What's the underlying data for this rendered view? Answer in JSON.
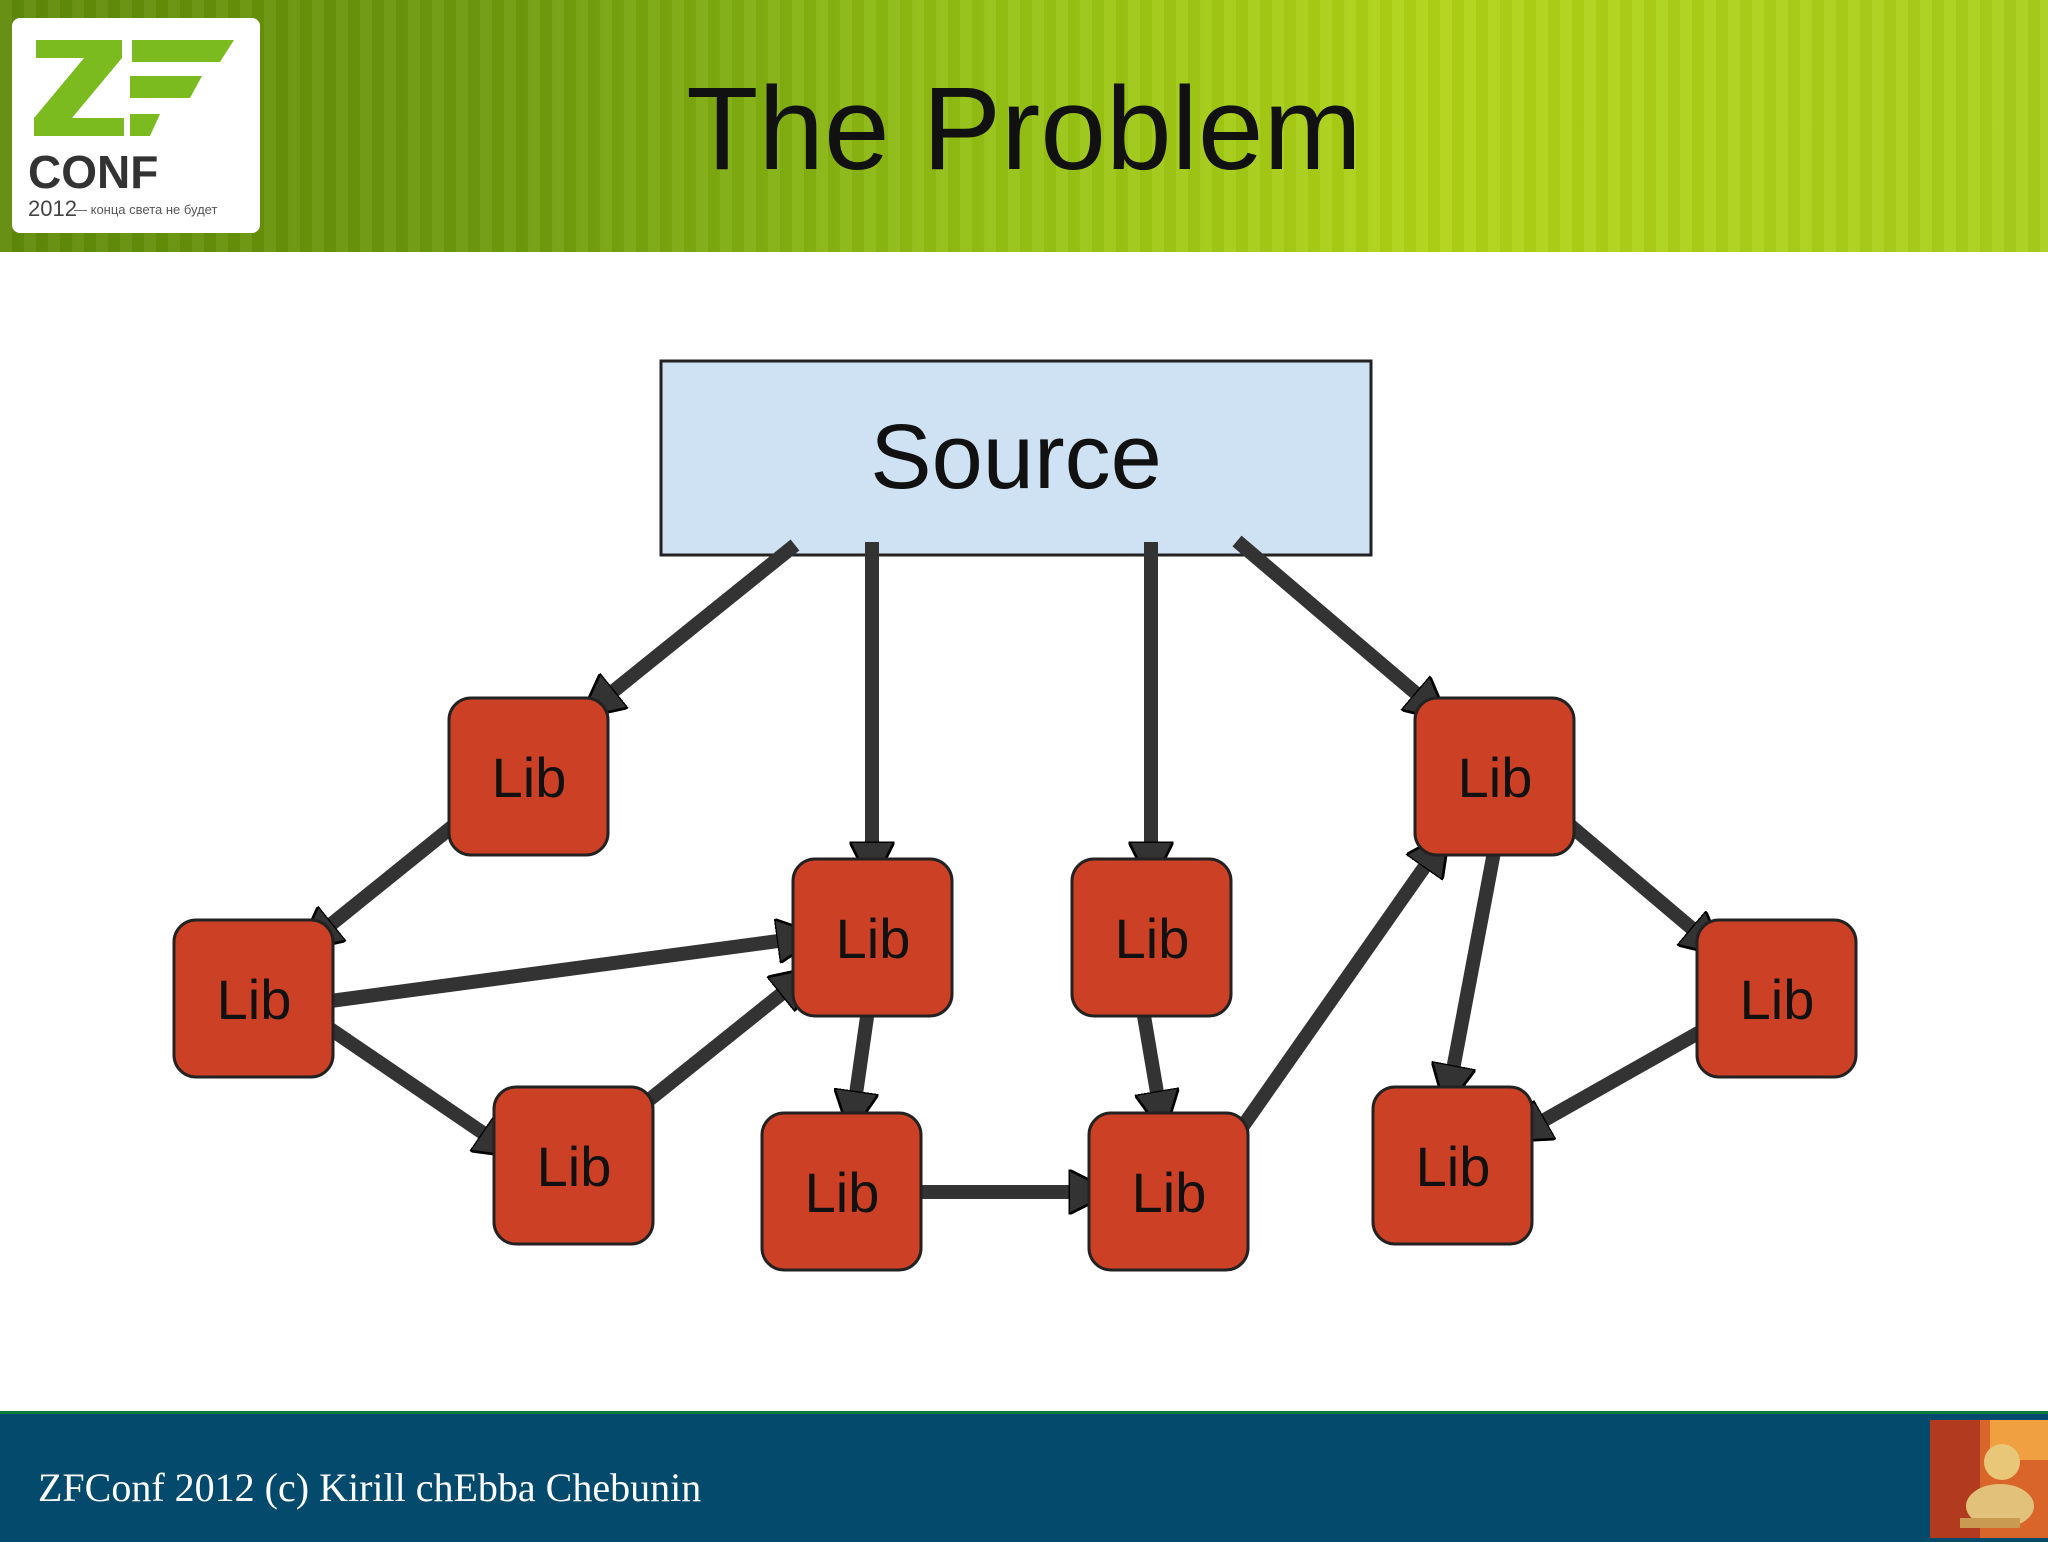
{
  "slide": {
    "title": "The Problem",
    "footer": "ZFConf 2012 (c) Kirill chEbba Chebunin"
  },
  "logo": {
    "big_letters": "ZF",
    "conf": "CONF",
    "year": "2012",
    "tagline": "— конца света не будет"
  },
  "colors": {
    "header_start": "#5f8a08",
    "header_end": "#b1d316",
    "source_fill": "#cfe2f3",
    "lib_fill": "#cc4125",
    "arrow": "#333333",
    "footer_bg": "#034a6c"
  },
  "diagram": {
    "source_label": "Source",
    "nodes": [
      {
        "id": "lib-top-left",
        "label": "Lib"
      },
      {
        "id": "lib-top-right",
        "label": "Lib"
      },
      {
        "id": "lib-mid-center-left",
        "label": "Lib"
      },
      {
        "id": "lib-mid-center-right",
        "label": "Lib"
      },
      {
        "id": "lib-left",
        "label": "Lib"
      },
      {
        "id": "lib-right",
        "label": "Lib"
      },
      {
        "id": "lib-bottom-left",
        "label": "Lib"
      },
      {
        "id": "lib-bottom-center-left",
        "label": "Lib"
      },
      {
        "id": "lib-bottom-center-right",
        "label": "Lib"
      },
      {
        "id": "lib-bottom-right",
        "label": "Lib"
      }
    ]
  }
}
